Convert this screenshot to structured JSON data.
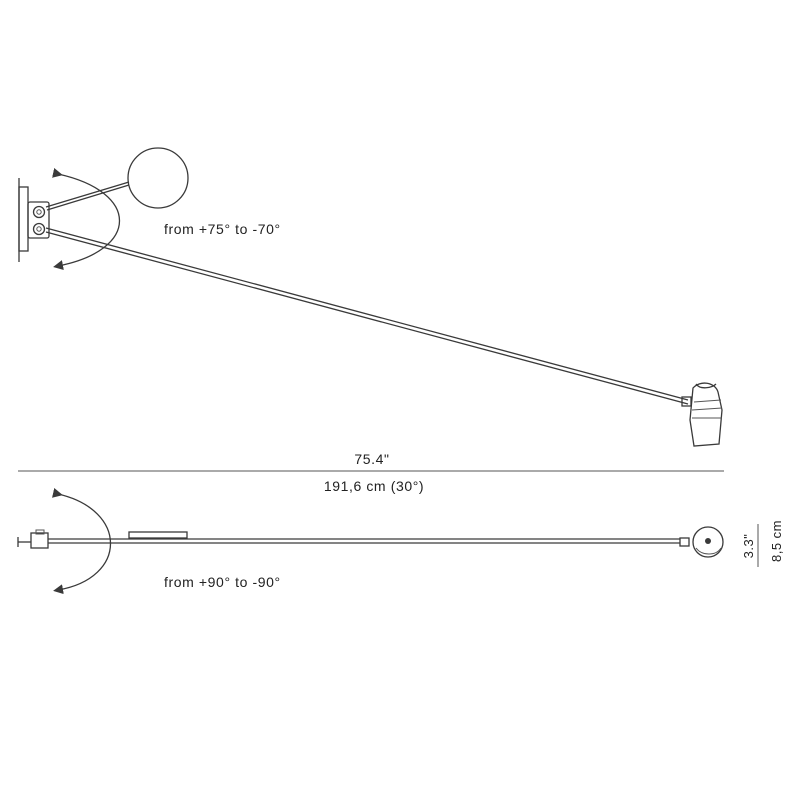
{
  "side_view": {
    "rotation_label": "from +75° to -70°"
  },
  "dimensions": {
    "length_in": "75.4\"",
    "length_cm": "191,6 cm (30°)",
    "height_in": "3.3\"",
    "height_cm": "8,5 cm"
  },
  "top_view": {
    "rotation_label": "from +90° to -90°"
  }
}
